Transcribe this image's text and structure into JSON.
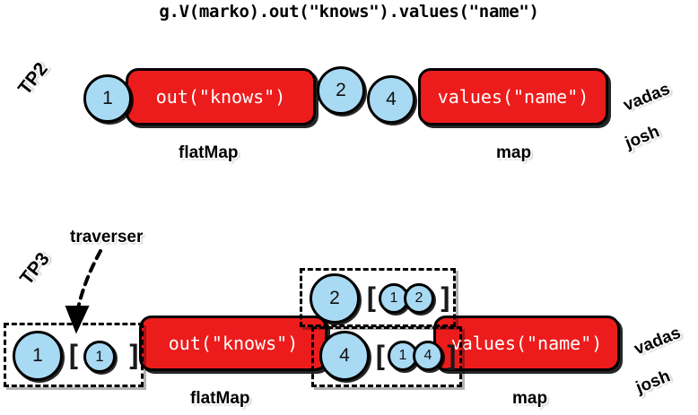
{
  "title": "g.V(marko).out(\"knows\").values(\"name\")",
  "rows": [
    {
      "id": "tp2",
      "label": "TP2",
      "steps": [
        {
          "name": "out-knows-step",
          "text": "out(\"knows\")",
          "kind_label": "flatMap"
        },
        {
          "name": "values-name-step",
          "text": "values(\"name\")",
          "kind_label": "map"
        }
      ],
      "objects": [
        {
          "name": "object-1",
          "value": "1"
        },
        {
          "name": "object-2",
          "value": "2"
        },
        {
          "name": "object-4",
          "value": "4"
        }
      ],
      "results": [
        "vadas",
        "josh"
      ]
    },
    {
      "id": "tp3",
      "label": "TP3",
      "annotation": "traverser",
      "steps": [
        {
          "name": "out-knows-step",
          "text": "out(\"knows\")",
          "kind_label": "flatMap"
        },
        {
          "name": "values-name-step",
          "text": "values(\"name\")",
          "kind_label": "map"
        }
      ],
      "traversers": [
        {
          "name": "traverser-in",
          "object": "1",
          "open_bracket": "[",
          "path": [
            "1"
          ],
          "close_bracket": "]"
        },
        {
          "name": "traverser-out-upper",
          "object": "2",
          "open_bracket": "[",
          "path": [
            "1",
            "2"
          ],
          "close_bracket": "]"
        },
        {
          "name": "traverser-out-lower",
          "object": "4",
          "open_bracket": "[",
          "path": [
            "1",
            "4"
          ],
          "close_bracket": "]"
        }
      ],
      "results": [
        "vadas",
        "josh"
      ]
    }
  ],
  "colors": {
    "step_fill": "#ed1c1c",
    "step_stroke": "#000000",
    "step_text": "#ffffff",
    "object_fill": "#a9daf4",
    "object_stroke": "#000000",
    "background": "#ffffff"
  }
}
